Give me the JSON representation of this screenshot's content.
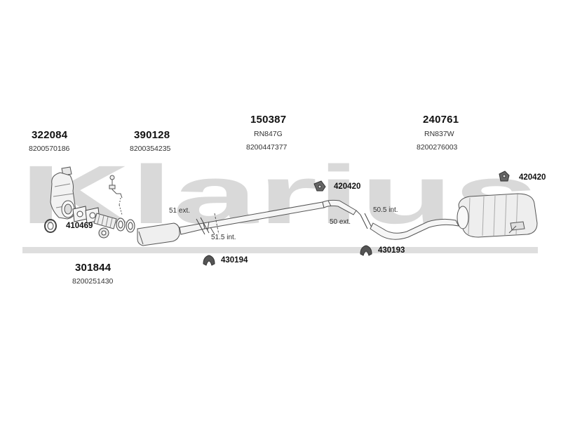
{
  "watermark": {
    "text": "Klarius",
    "color": "#d9d9d9"
  },
  "parts": {
    "p322084": {
      "number": "322084",
      "oem": "8200570186"
    },
    "p390128": {
      "number": "390128",
      "oem": "8200354235"
    },
    "p150387": {
      "number": "150387",
      "ref": "RN847G",
      "oem": "8200447377"
    },
    "p240761": {
      "number": "240761",
      "ref": "RN837W",
      "oem": "8200276003"
    },
    "p301844": {
      "number": "301844",
      "oem": "8200251430"
    }
  },
  "fittings": {
    "f410469": "410469",
    "f430194": "430194",
    "f420420a": "420420",
    "f430193": "430193",
    "f420420b": "420420"
  },
  "dimensions": {
    "d1_ext": "51 ext.",
    "d1_int": "51.5 int.",
    "d2_ext": "50 ext.",
    "d2_int": "50.5 int."
  }
}
